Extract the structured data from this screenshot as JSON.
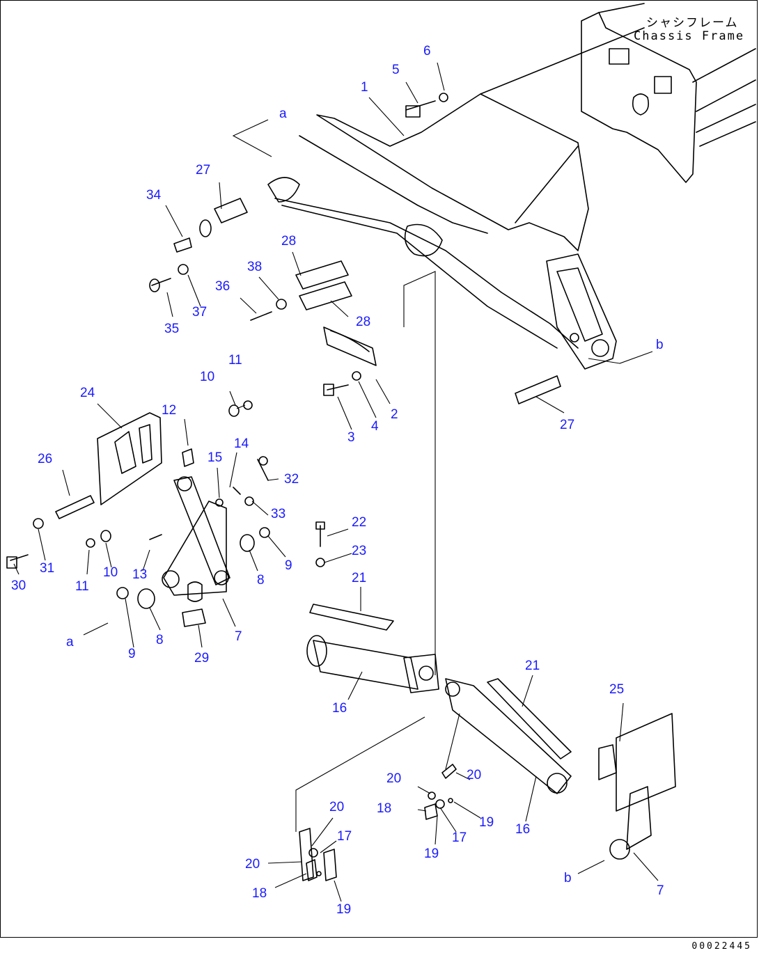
{
  "frame_label": {
    "japanese": "シャシフレーム",
    "english": "Chassis Frame"
  },
  "drawing_code": "00022445",
  "callouts": {
    "c1": "1",
    "c2": "2",
    "c3": "3",
    "c4": "4",
    "c5": "5",
    "c6": "6",
    "c7a": "7",
    "c7b": "7",
    "c8a": "8",
    "c8b": "8",
    "c9a": "9",
    "c9b": "9",
    "c10a": "10",
    "c10b": "10",
    "c11a": "11",
    "c11b": "11",
    "c12": "12",
    "c13": "13",
    "c14": "14",
    "c15": "15",
    "c16a": "16",
    "c16b": "16",
    "c17a": "17",
    "c17b": "17",
    "c18a": "18",
    "c18b": "18",
    "c19a": "19",
    "c19b": "19",
    "c19c": "19",
    "c20a": "20",
    "c20b": "20",
    "c20c": "20",
    "c20d": "20",
    "c21a": "21",
    "c21b": "21",
    "c22": "22",
    "c23": "23",
    "c24": "24",
    "c25": "25",
    "c26": "26",
    "c27a": "27",
    "c27b": "27",
    "c28a": "28",
    "c28b": "28",
    "c29": "29",
    "c30": "30",
    "c31": "31",
    "c32": "32",
    "c33": "33",
    "c34": "34",
    "c35": "35",
    "c36": "36",
    "c37": "37",
    "c38": "38",
    "ref_a_top": "a",
    "ref_a_left": "a",
    "ref_b_right": "b",
    "ref_b_bottom": "b"
  }
}
